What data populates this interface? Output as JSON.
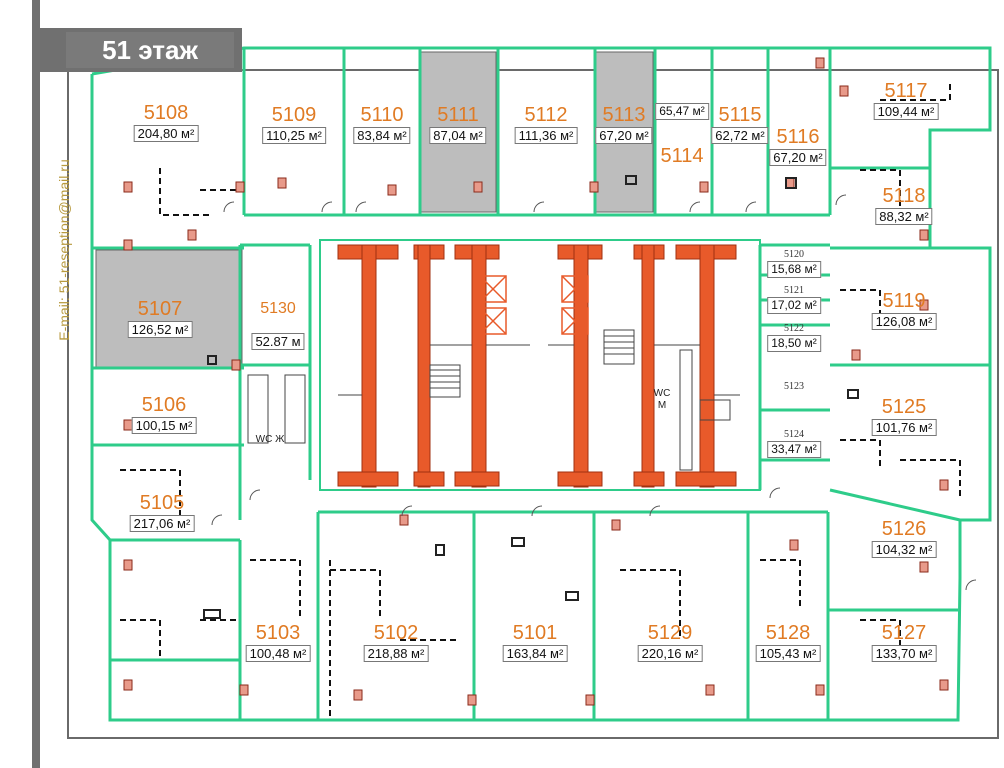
{
  "floor_title": "51 этаж",
  "email": "E-mail: 51-reseption@mail.ru",
  "colors": {
    "wall": "#2ecc8a",
    "core": "#e85a2a",
    "leased": "#bdbdbd",
    "number": "#e07b24",
    "bar": "#707070"
  },
  "units": [
    {
      "id": "5108",
      "area": "204,80 м²"
    },
    {
      "id": "5109",
      "area": "110,25 м²"
    },
    {
      "id": "5110",
      "area": "83,84 м²"
    },
    {
      "id": "5111",
      "area": "87,04 м²"
    },
    {
      "id": "5112",
      "area": "111,36 м²"
    },
    {
      "id": "5113",
      "area": "67,20 м²"
    },
    {
      "id": "5114",
      "area": "65,47 м²"
    },
    {
      "id": "5115",
      "area": "62,72 м²"
    },
    {
      "id": "5116",
      "area": "67,20 м²"
    },
    {
      "id": "5117",
      "area": "109,44 м²"
    },
    {
      "id": "5118",
      "area": "88,32 м²"
    },
    {
      "id": "5119",
      "area": "126,08 м²"
    },
    {
      "id": "5120",
      "area": "15,68 м²"
    },
    {
      "id": "5121",
      "area": "17,02 м²"
    },
    {
      "id": "5122",
      "area": "18,50 м²"
    },
    {
      "id": "5123",
      "area": ""
    },
    {
      "id": "5124",
      "area": "33,47 м²"
    },
    {
      "id": "5125",
      "area": "101,76 м²"
    },
    {
      "id": "5126",
      "area": "104,32 м²"
    },
    {
      "id": "5127",
      "area": "133,70 м²"
    },
    {
      "id": "5128",
      "area": "105,43 м²"
    },
    {
      "id": "5129",
      "area": "220,16 м²"
    },
    {
      "id": "5101",
      "area": "163,84 м²"
    },
    {
      "id": "5102",
      "area": "218,88 м²"
    },
    {
      "id": "5103",
      "area": "100,48 м²"
    },
    {
      "id": "5105",
      "area": "217,06 м²"
    },
    {
      "id": "5106",
      "area": "100,15 м²"
    },
    {
      "id": "5107",
      "area": "126,52 м²"
    },
    {
      "id": "5130",
      "area": "52.87 м"
    }
  ],
  "wc": {
    "women": "WC Ж",
    "men_top": "WC",
    "men_bottom": "М"
  }
}
